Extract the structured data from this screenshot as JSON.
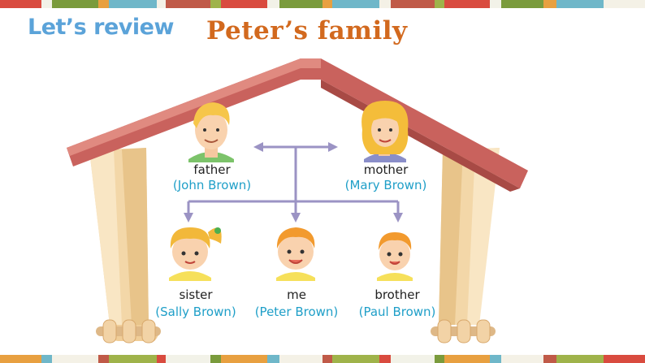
{
  "header": {
    "review_title": "Let’s review",
    "page_title": "Peter’s family"
  },
  "family": {
    "father": {
      "role": "father",
      "name": "(John Brown)"
    },
    "mother": {
      "role": "mother",
      "name": "(Mary Brown)"
    },
    "sister": {
      "role": "sister",
      "name": "(Sally Brown)"
    },
    "me": {
      "role": "me",
      "name": "(Peter Brown)"
    },
    "brother": {
      "role": "brother",
      "name": "(Paul Brown)"
    }
  },
  "colors": {
    "review_title": "#5ba3d9",
    "page_title": "#d2691e",
    "name_text": "#1f9fc8",
    "roof": "#c9625d",
    "wall": "#f3d7a8",
    "connector": "#9b93c4",
    "stripe": [
      "#d94b3f",
      "#f2f2e8",
      "#7a9b3c",
      "#e8a040",
      "#6fb7c9",
      "#f4f1e6",
      "#c05a48",
      "#9fb34a"
    ]
  },
  "icons": [
    "father-portrait-icon",
    "mother-portrait-icon",
    "sister-portrait-icon",
    "me-portrait-icon",
    "brother-portrait-icon"
  ]
}
